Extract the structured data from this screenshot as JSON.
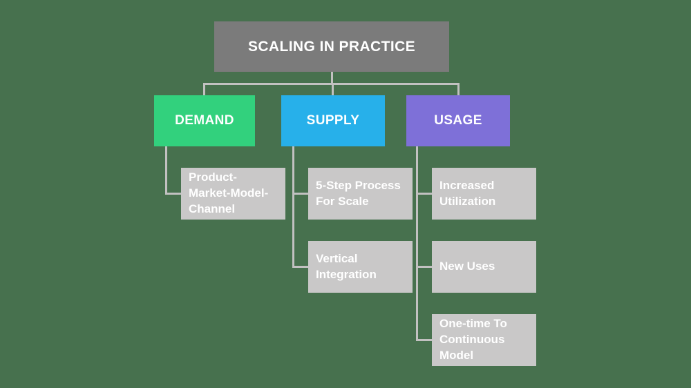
{
  "title": "SCALING IN PRACTICE",
  "colors": {
    "background": "#47714e",
    "connector": "#c2c1c1",
    "root_box": "#7b7b7b",
    "child_box": "#c9c8c8",
    "text": "#ffffff",
    "demand": "#32d17d",
    "supply": "#27b0ea",
    "usage": "#7e70d8"
  },
  "root": {
    "label": "SCALING IN PRACTICE"
  },
  "branches": [
    {
      "id": "demand",
      "label": "DEMAND",
      "color": "#32d17d",
      "children": [
        {
          "label": "Product-\nMarket-Model-\nChannel"
        }
      ]
    },
    {
      "id": "supply",
      "label": "SUPPLY",
      "color": "#27b0ea",
      "children": [
        {
          "label": "5-Step Process\nFor Scale"
        },
        {
          "label": "Vertical\nIntegration"
        }
      ]
    },
    {
      "id": "usage",
      "label": "USAGE",
      "color": "#7e70d8",
      "children": [
        {
          "label": "Increased\nUtilization"
        },
        {
          "label": "New Uses"
        },
        {
          "label": "One-time To\nContinuous\nModel"
        }
      ]
    }
  ]
}
